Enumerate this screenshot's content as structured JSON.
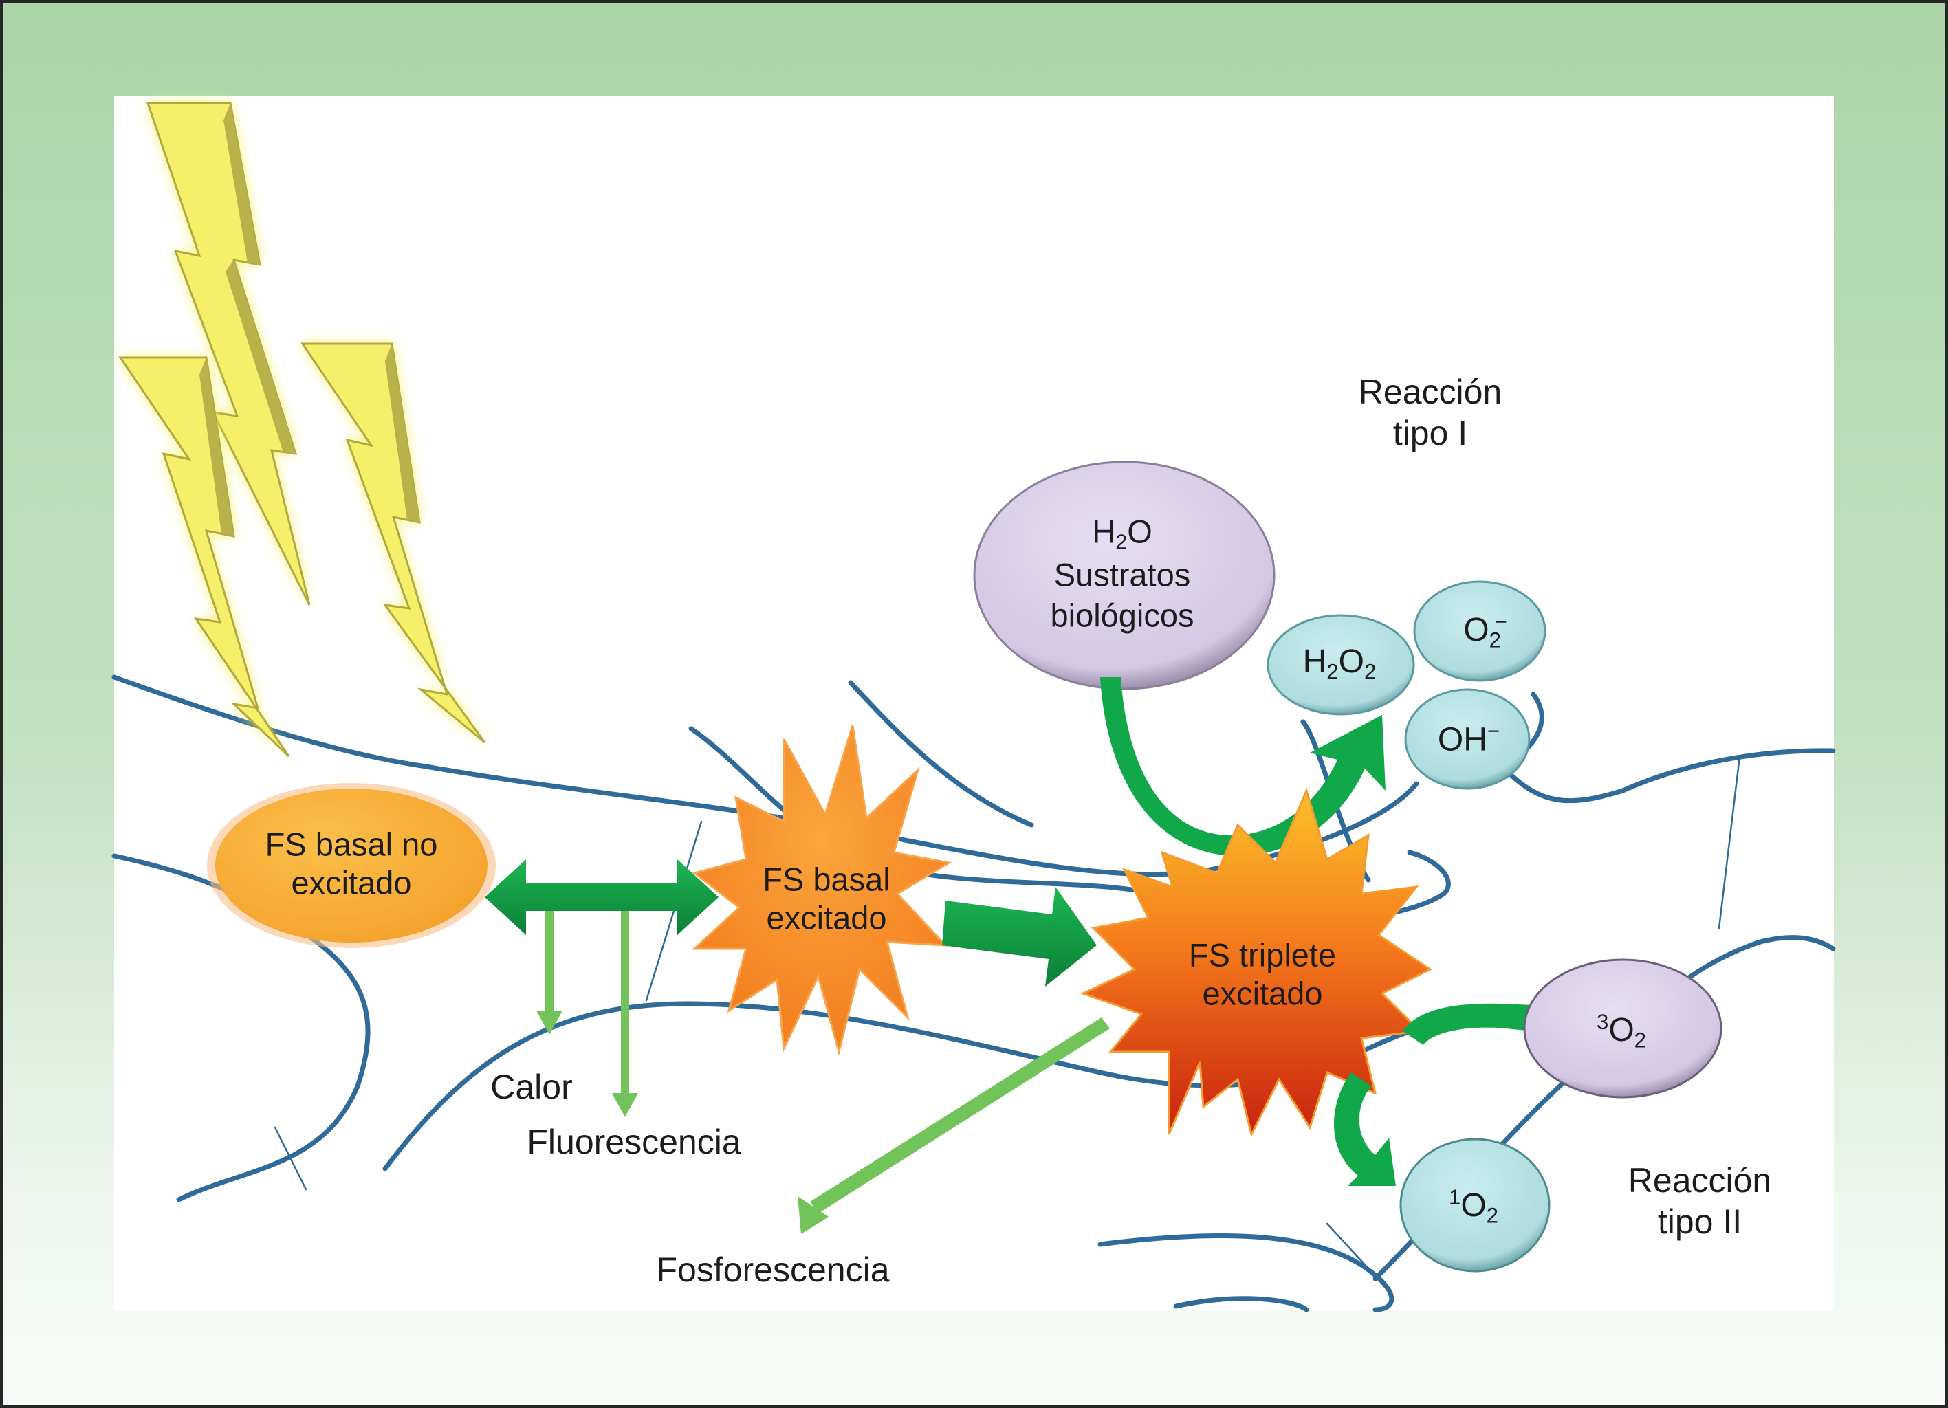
{
  "diagram": {
    "title_context": "Photodynamic therapy mechanism",
    "colors": {
      "frame_green": "#abd6a9",
      "panel": "#ffffff",
      "membrane_blue": "#2f6a98",
      "arrow_dark_green": "#0fa14a",
      "arrow_light_green": "#72c35a",
      "lightning_yellow": "#f6ef6a",
      "orange_node": "#f7ae36",
      "star_orange": "#f78f22",
      "star_red": "#e53a16",
      "purple_node": "#d9cfe8",
      "cyan_node": "#b6e1e6"
    },
    "icons": [
      "lightning-bolt-icon",
      "lightning-bolt-icon",
      "lightning-bolt-icon"
    ],
    "nodes": {
      "fs_ground": {
        "line1": "FS basal no",
        "line2": "excitado"
      },
      "fs_singlet": {
        "line1": "FS basal",
        "line2": "excitado"
      },
      "fs_triplet": {
        "line1": "FS triplete",
        "line2": "excitado"
      },
      "substrates": {
        "formula_main": "H",
        "formula_sub": "2",
        "formula_tail": "O",
        "line2": "Sustratos",
        "line3": "biológicos"
      },
      "h2o2": {
        "a": "H",
        "a_sub": "2",
        "b": "O",
        "b_sub": "2"
      },
      "superoxide": {
        "a": "O",
        "a_sub": "2",
        "a_sup": "−"
      },
      "hydroxide": {
        "a": "OH",
        "a_sup": "−"
      },
      "triplet_oxygen": {
        "pre_sup": "3",
        "a": "O",
        "a_sub": "2"
      },
      "singlet_oxygen": {
        "pre_sup": "1",
        "a": "O",
        "a_sub": "2"
      }
    },
    "labels": {
      "reaction_type_1": {
        "line1": "Reacción",
        "line2": "tipo I"
      },
      "reaction_type_2": {
        "line1": "Reacción",
        "line2": "tipo II"
      },
      "heat": "Calor",
      "fluorescence": "Fluorescencia",
      "phosphorescence": "Fosforescencia"
    }
  }
}
